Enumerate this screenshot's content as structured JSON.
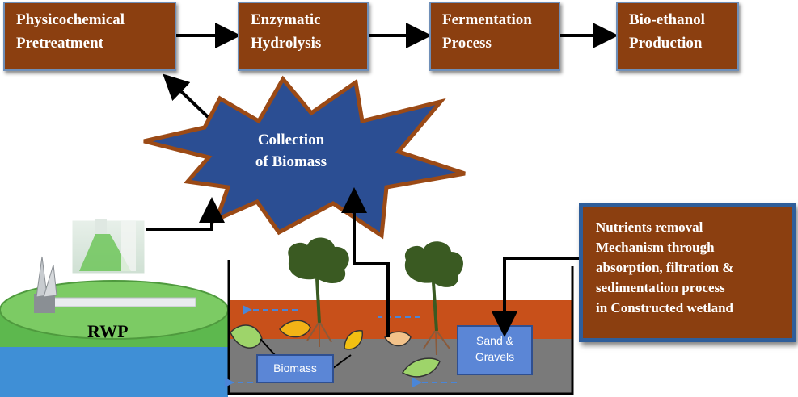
{
  "steps": [
    {
      "line1": "Physicochemical",
      "line2": "Pretreatment"
    },
    {
      "line1": "Enzymatic",
      "line2": "Hydrolysis"
    },
    {
      "line1": "Fermentation",
      "line2": "Process"
    },
    {
      "line1": "Bio-ethanol",
      "line2": "Production"
    }
  ],
  "collection": {
    "line1": "Collection",
    "line2": "of Biomass"
  },
  "rwp_label": "RWP",
  "nutrients": {
    "lines": [
      "Nutrients removal",
      "Mechanism through",
      "absorption, filtration &",
      "sedimentation process",
      "in Constructed wetland"
    ]
  },
  "sand_label": {
    "line1": "Sand &",
    "line2": "Gravels"
  },
  "biomass_label": "Biomass",
  "colors": {
    "box_fill": "#8B3F10",
    "star_fill": "#2B4E93",
    "soil": "#C8501A",
    "gravel": "#7a7a7a",
    "pond_green": "#5DB84E",
    "pond_blue": "#3F8FD6",
    "plant": "#3A5A22"
  }
}
